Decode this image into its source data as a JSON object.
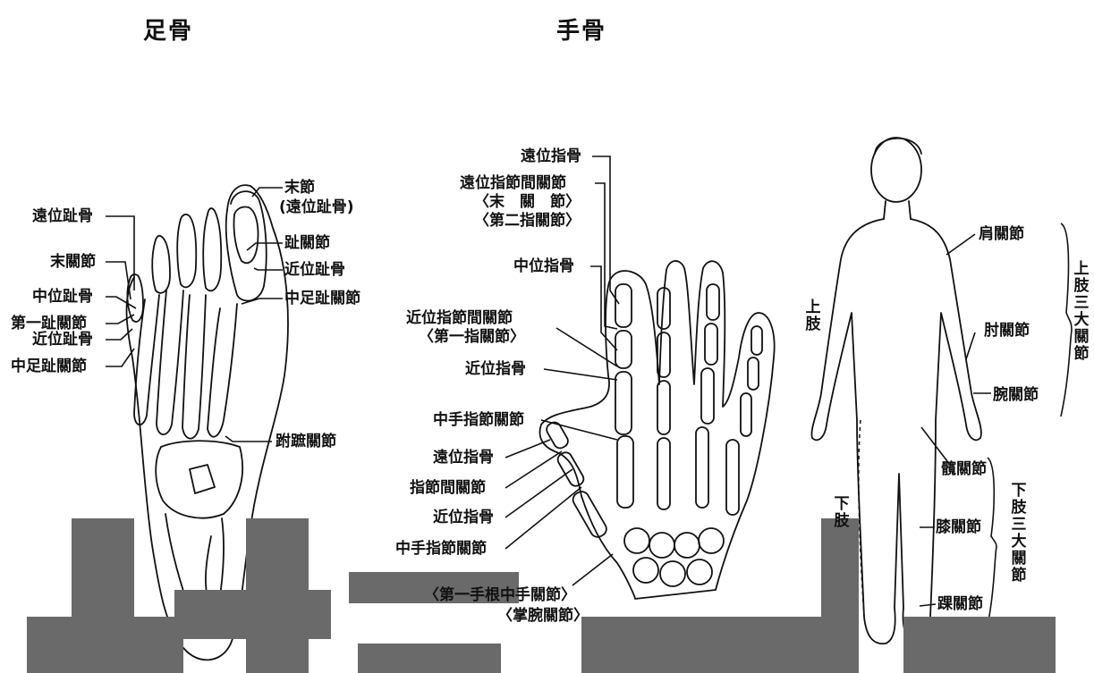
{
  "titles": {
    "foot": "足骨",
    "hand": "手骨"
  },
  "foot": {
    "labels": {
      "distal_phalanx": "遠位趾骨",
      "end_joint": "末關節",
      "middle_phalanx": "中位趾骨",
      "first_toe_joint": "第一趾關節",
      "proximal_phalanx": "近位趾骨",
      "mtp_joint_left": "中足趾關節",
      "end_segment": "末節",
      "end_segment_note": "(遠位趾骨)",
      "toe_joint": "趾關節",
      "proximal_phalanx_right": "近位趾骨",
      "mtp_joint_right": "中足趾關節",
      "tarsometatarsal_joint": "跗蹠關節"
    }
  },
  "hand": {
    "labels": {
      "distal_phalanx": "遠位指骨",
      "dip_joint": "遠位指節間關節",
      "dip_note1": "〈末　關　節〉",
      "dip_note2": "〈第二指關節〉",
      "middle_phalanx": "中位指骨",
      "pip_joint": "近位指節間關節",
      "pip_note": "〈第一指關節〉",
      "proximal_phalanx": "近位指骨",
      "mcp_joint": "中手指節關節",
      "thumb_distal": "遠位指骨",
      "thumb_ip_joint": "指節間關節",
      "thumb_proximal": "近位指骨",
      "thumb_mcp_joint": "中手指節關節",
      "cmc_joint": "〈第一手根中手關節〉",
      "cmc_note": "〈掌腕關節〉"
    }
  },
  "body": {
    "labels": {
      "shoulder": "肩關節",
      "elbow": "肘關節",
      "wrist": "腕關節",
      "hip": "髖關節",
      "knee": "膝關節",
      "ankle": "踝關節",
      "upper_limb": "上肢",
      "lower_limb": "下肢",
      "upper_three_joints": "上肢三大關節",
      "lower_three_joints": "下肢三大關節"
    }
  }
}
